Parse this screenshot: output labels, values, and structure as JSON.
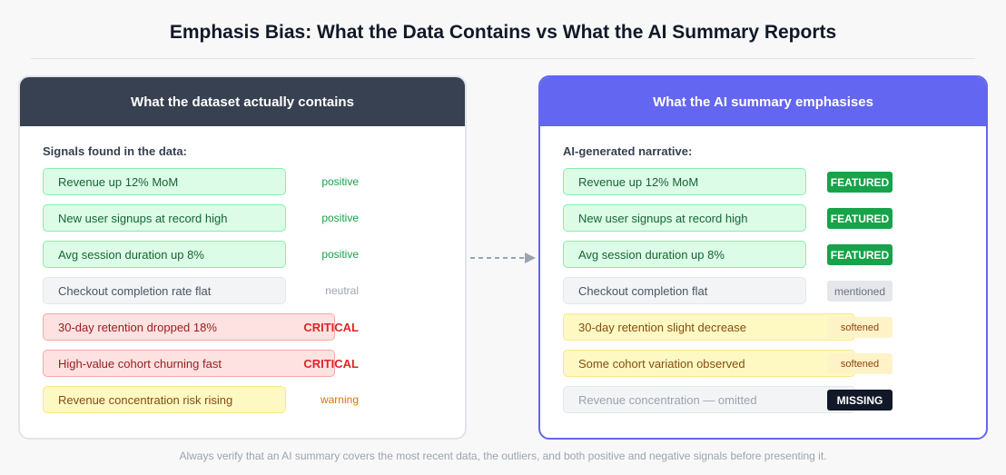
{
  "title": "Emphasis Bias: What the Data Contains vs What the AI Summary Reports",
  "left_panel": {
    "header": "What the dataset actually contains",
    "section_label": "Signals found in the data:",
    "rows": [
      {
        "text": "Revenue up 12% MoM",
        "tag": "positive"
      },
      {
        "text": "New user signups at record high",
        "tag": "positive"
      },
      {
        "text": "Avg session duration up 8%",
        "tag": "positive"
      },
      {
        "text": "Checkout completion rate flat",
        "tag": "neutral"
      },
      {
        "text": "30-day retention dropped 18%",
        "tag": "CRITICAL"
      },
      {
        "text": "High-value cohort churning fast",
        "tag": "CRITICAL"
      },
      {
        "text": "Revenue concentration risk rising",
        "tag": "warning"
      }
    ]
  },
  "right_panel": {
    "header": "What the AI summary emphasises",
    "section_label": "AI-generated narrative:",
    "rows": [
      {
        "text": "Revenue up 12% MoM",
        "badge": "FEATURED"
      },
      {
        "text": "New user signups at record high",
        "badge": "FEATURED"
      },
      {
        "text": "Avg session duration up 8%",
        "badge": "FEATURED"
      },
      {
        "text": "Checkout completion flat",
        "badge": "mentioned"
      },
      {
        "text": "30-day retention slight decrease",
        "badge": "softened"
      },
      {
        "text": "Some cohort variation observed",
        "badge": "softened"
      },
      {
        "text": "Revenue concentration — omitted",
        "badge": "MISSING"
      }
    ]
  },
  "colors": {
    "left_header": "#374151",
    "right_header": "#6366f1",
    "positive": "#16a34a",
    "critical": "#dc2626",
    "warning": "#d97706"
  },
  "footnote": "Always verify that an AI summary covers the most recent data, the outliers, and both positive and negative signals before presenting it."
}
